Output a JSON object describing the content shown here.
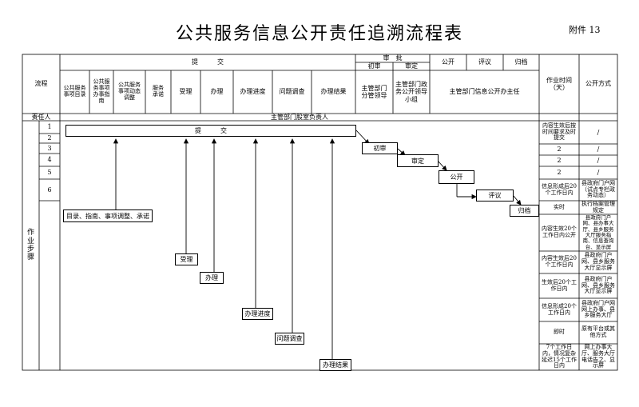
{
  "title": "公共服务信息公开责任追溯流程表",
  "annex_label": "附件 13",
  "header": {
    "process": "流程",
    "submit": "提　　　交",
    "approval": "审　批",
    "first_review": "初审",
    "review": "审定",
    "publish": "公开",
    "evaluate": "评议",
    "archive": "归档",
    "work_time": "作业时间（天）",
    "publish_method": "公开方式"
  },
  "submit_columns": [
    "公共服务事项目录",
    "公共服务事项办事指南",
    "公共服务事项动态调整",
    "服务承诺",
    "受理",
    "办理",
    "办理进度",
    "问题调查",
    "办理结果"
  ],
  "leaders": {
    "division_leader": "主管部门分管领导",
    "pub_group_leader": "主管部门政务公开领导小组",
    "office_director": "主管部门信息公开办主任"
  },
  "responsible": {
    "label": "责任人",
    "value": "主管部门股室负责人"
  },
  "steps_label": "作业步骤",
  "step_numbers": [
    "1",
    "2",
    "3",
    "4",
    "5",
    "6"
  ],
  "flow": {
    "submit": "提　　　交",
    "first_review": "初审",
    "review": "审定",
    "publish": "公开",
    "evaluate": "评议",
    "archive": "归档",
    "catalog_group": "目录、指南、事项调整、承诺",
    "accept": "受理",
    "handle": "办理",
    "progress": "办理进度",
    "investigate": "问题调查",
    "result": "办理结果"
  },
  "right_rows": [
    {
      "time": "内容生效后按时间要求及时提交",
      "method": "/"
    },
    {
      "time": "2",
      "method": "/"
    },
    {
      "time": "2",
      "method": "/"
    },
    {
      "time": "2",
      "method": "/"
    },
    {
      "time": "信息形成后20个工作日内",
      "method": "县政府门户网（试点专栏政务动态）"
    },
    {
      "time": "实时",
      "method": "执行档案管理规定"
    },
    {
      "time": "内容生效20个工作日内公开",
      "method": "县政府门户网、县办事大厅、县乡服务大厅服务指南、信息查询台、显示屏"
    },
    {
      "time": "内容生效后20个工作日内",
      "method": "县政府门户网、县乡服务大厅显示屏"
    },
    {
      "time": "生效后20个工作日内",
      "method": "县政府门户网、县乡服务大厅显示屏"
    },
    {
      "time": "信息形成20个工作日内",
      "method": "县政府门户网网上办事、县乡服务大厅"
    },
    {
      "time": "即时",
      "method": "原有平台或其他方式"
    },
    {
      "time": "7个工作日内，情况复杂延迟15个工作日内",
      "method": "网上办事大厅、服务大厅电话告之、显示屏"
    }
  ]
}
